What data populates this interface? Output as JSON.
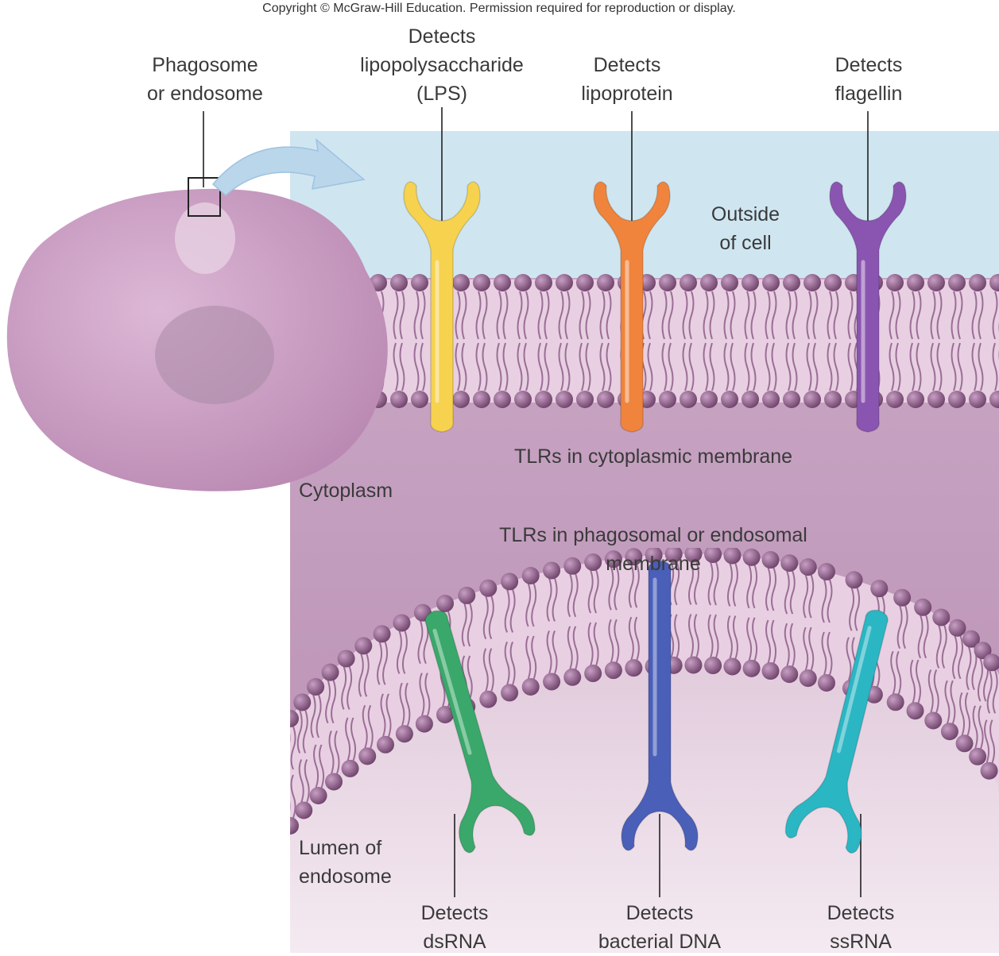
{
  "copyright": "Copyright © McGraw-Hill Education. Permission required for reproduction or display.",
  "labels": {
    "phagosome": "Phagosome\nor endosome",
    "outside_cell": "Outside\nof cell",
    "cytoplasm": "Cytoplasm",
    "lumen": "Lumen of\nendosome",
    "tlr_cytoplasmic": "TLRs in cytoplasmic membrane",
    "tlr_phagosomal": "TLRs in phagosomal or endosomal membrane"
  },
  "receptors_top": [
    {
      "label": "Detects\nlipopolysaccharide\n(LPS)",
      "color": "#f6d24e"
    },
    {
      "label": "Detects\nlipoprotein",
      "color": "#f0843c"
    },
    {
      "label": "Detects\nflagellin",
      "color": "#8a55b0"
    }
  ],
  "receptors_bottom": [
    {
      "label": "Detects\ndsRNA",
      "color": "#3aa86a"
    },
    {
      "label": "Detects\nbacterial DNA",
      "color": "#4a5fb8"
    },
    {
      "label": "Detects\nssRNA",
      "color": "#2bb6c4"
    }
  ],
  "colors": {
    "outside": "#cfe6f1",
    "cytoplasm": "#c7a4c2",
    "lumen": "#e6d2df",
    "cell": "#cda0c4",
    "lipid_head": "#8a5a86"
  }
}
